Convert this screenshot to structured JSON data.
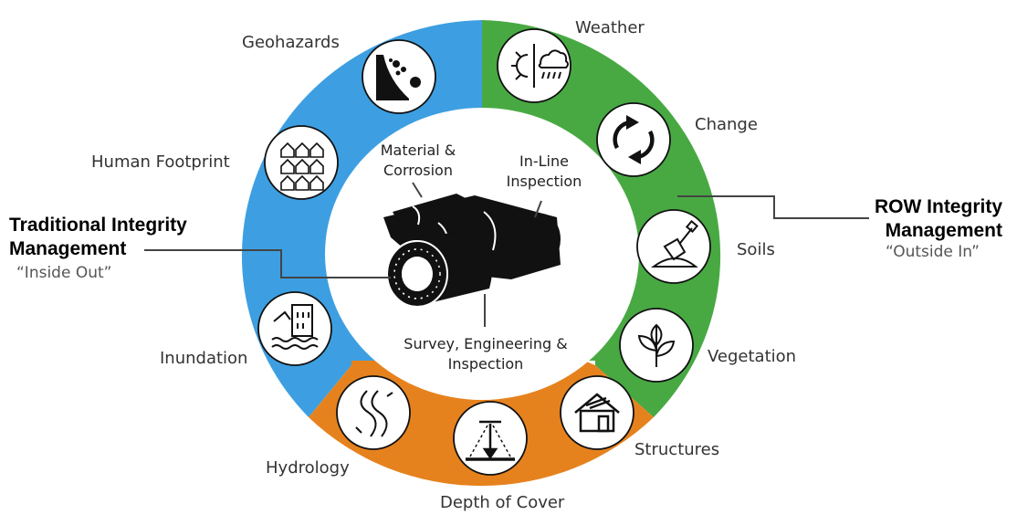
{
  "colors": {
    "blue": "#3d9fe1",
    "green": "#48a943",
    "orange": "#e6821e",
    "black": "#111111"
  },
  "ring_labels": {
    "weather": "Weather",
    "change": "Change",
    "soils": "Soils",
    "vegetation": "Vegetation",
    "structures": "Structures",
    "depth_of_cover": "Depth of Cover",
    "hydrology": "Hydrology",
    "inundation": "Inundation",
    "human_footprint": "Human Footprint",
    "geohazards": "Geohazards"
  },
  "center": {
    "material_1": "Material &",
    "material_2": "Corrosion",
    "inline_1": "In-Line",
    "inline_2": "Inspection",
    "survey_1": "Survey, Engineering &",
    "survey_2": "Inspection"
  },
  "left": {
    "title_1": "Traditional Integrity",
    "title_2": "Management",
    "subtitle": "“Inside Out”"
  },
  "right": {
    "title_1": "ROW Integrity",
    "title_2": "Management",
    "subtitle": "“Outside In”"
  },
  "icons": [
    "sun-rain-icon",
    "cycle-arrows-icon",
    "shovel-soil-icon",
    "leaves-icon",
    "house-icon",
    "depth-measure-icon",
    "river-icon",
    "flooded-building-icon",
    "houses-grid-icon",
    "rockfall-icon",
    "pipeline-icon"
  ]
}
